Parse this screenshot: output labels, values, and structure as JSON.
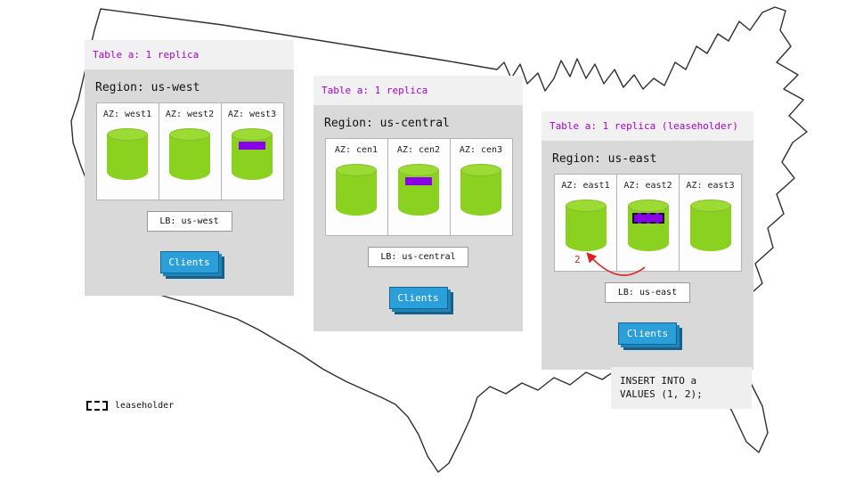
{
  "colors": {
    "panel_bg": "#d9d9d9",
    "panel_header_bg": "#f1f1f1",
    "purple_text": "#a800d0",
    "replica_purple": "#8800e8",
    "cylinder_green": "#8bd120",
    "clients_blue": "#2b9fd9",
    "annotation_red": "#e02020"
  },
  "regions": [
    {
      "table_label": "Table a: 1 replica",
      "region_label": "Region: us-west",
      "azs": [
        {
          "label": "AZ: west1",
          "replica": false,
          "leaseholder": false
        },
        {
          "label": "AZ: west2",
          "replica": false,
          "leaseholder": false
        },
        {
          "label": "AZ: west3",
          "replica": true,
          "leaseholder": false
        }
      ],
      "lb_label": "LB: us-west",
      "clients_label": "Clients"
    },
    {
      "table_label": "Table a: 1 replica",
      "region_label": "Region: us-central",
      "azs": [
        {
          "label": "AZ: cen1",
          "replica": false,
          "leaseholder": false
        },
        {
          "label": "AZ: cen2",
          "replica": true,
          "leaseholder": false
        },
        {
          "label": "AZ: cen3",
          "replica": false,
          "leaseholder": false
        }
      ],
      "lb_label": "LB: us-central",
      "clients_label": "Clients"
    },
    {
      "table_label": "Table a: 1 replica (leaseholder)",
      "region_label": "Region: us-east",
      "azs": [
        {
          "label": "AZ: east1",
          "replica": false,
          "leaseholder": false
        },
        {
          "label": "AZ: east2",
          "replica": true,
          "leaseholder": true
        },
        {
          "label": "AZ: east3",
          "replica": false,
          "leaseholder": false
        }
      ],
      "lb_label": "LB: us-east",
      "clients_label": "Clients"
    }
  ],
  "annotation": {
    "value": "2"
  },
  "insert_statement": {
    "line1": "INSERT INTO a",
    "line2": "VALUES (1, 2);"
  },
  "legend": {
    "label": "leaseholder"
  }
}
